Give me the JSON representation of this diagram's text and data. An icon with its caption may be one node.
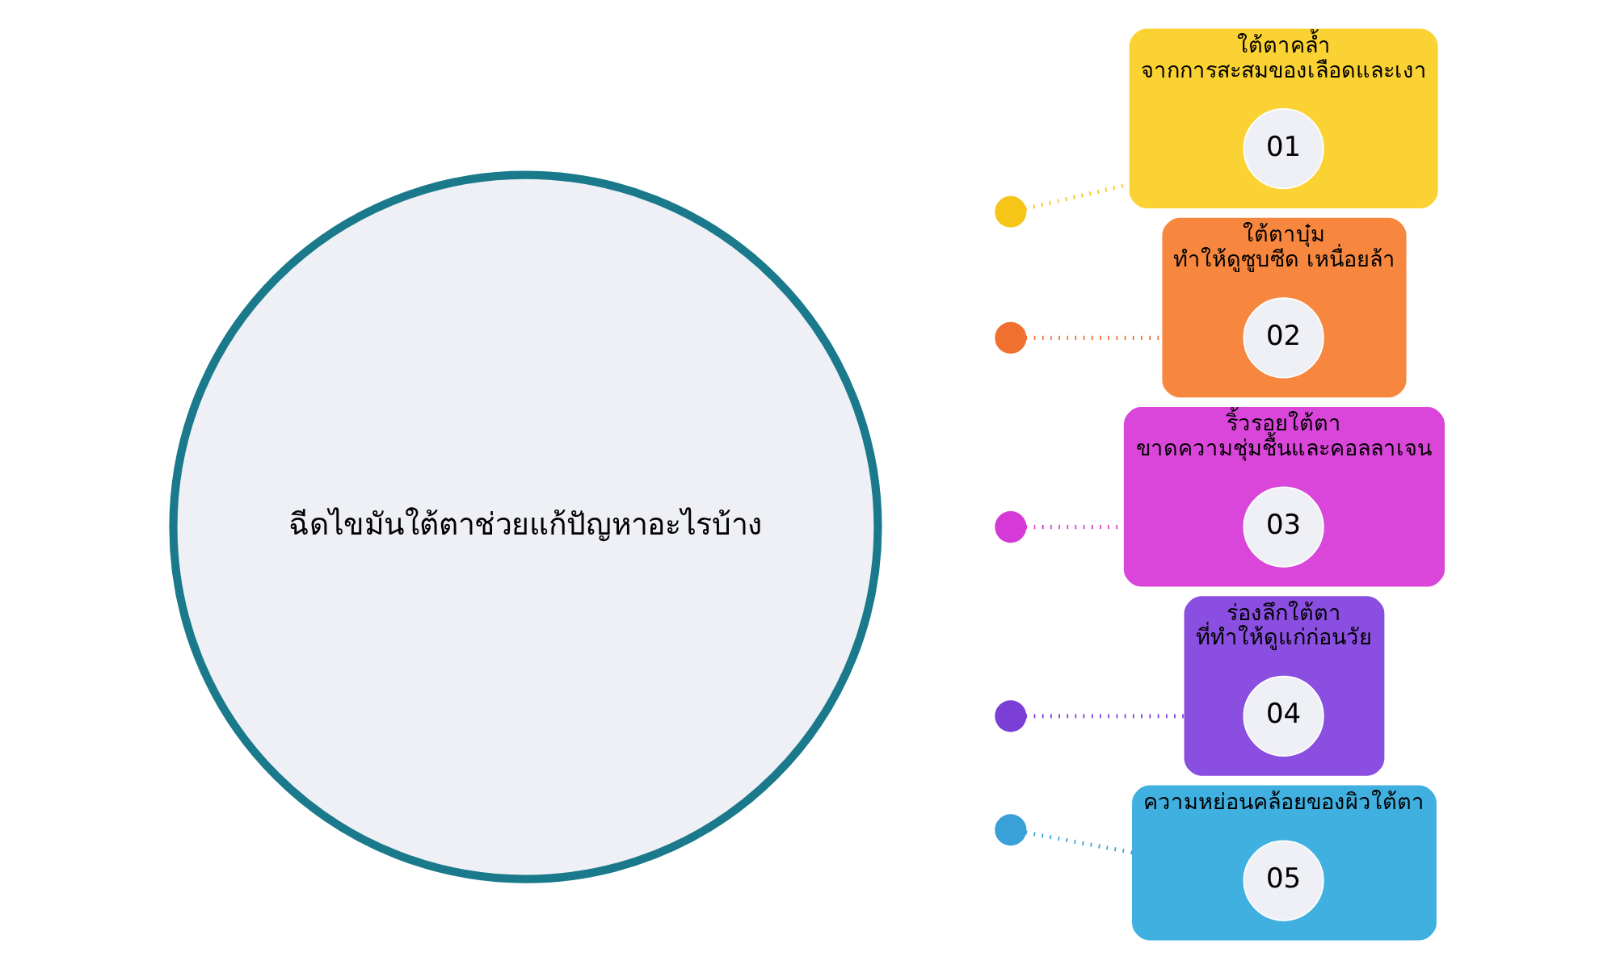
{
  "diagram": {
    "nodes": [
      {
        "text": [
          "ฉีดไขมันใต้ตาช่วยแก้ปัญหาอะไรบ้าง"
        ]
      },
      {
        "text": [],
        "shape": "circle"
      },
      {
        "text": [],
        "shape": "circle"
      },
      {
        "text": [],
        "shape": "circle"
      },
      {
        "text": [],
        "shape": "circle"
      },
      {
        "text": [],
        "shape": "circle"
      },
      {
        "text": [
          "ใต้ตาคล้ำ",
          "จากการสะสมของเลือดและเงา"
        ]
      },
      {
        "text": [
          "01"
        ],
        "in": 6
      },
      {
        "text": [
          "ใต้ตาบุ๋ม",
          "ทำให้ดูซูบซีด เหนื่อยล้า"
        ]
      },
      {
        "text": [
          "02"
        ],
        "in": 8
      },
      {
        "text": [
          "ริ้วรอยใต้ตา",
          "ขาดความชุ่มชื้นและคอลลาเจน"
        ]
      },
      {
        "text": [
          "03"
        ],
        "in": 10
      },
      {
        "text": [
          "ร่องลึกใต้ตา",
          "ที่ทำให้ดูแก่ก่อนวัย"
        ]
      },
      {
        "text": [
          "04"
        ],
        "in": 12
      },
      {
        "text": [
          "ความหย่อนคล้อยของผิวใต้ตา"
        ]
      },
      {
        "text": [
          "05"
        ],
        "in": 14
      }
    ],
    "edges": [
      {
        "from": 1,
        "to": 6,
        "arrow": "none",
        "style": "dashed",
        "color": "#f5c518"
      },
      {
        "from": 2,
        "to": 8,
        "arrow": "none",
        "style": "dashed",
        "color": "#f07030"
      },
      {
        "from": 3,
        "to": 10,
        "arrow": "none",
        "style": "dashed",
        "color": "#d63ad6"
      },
      {
        "from": 4,
        "to": 12,
        "arrow": "none",
        "style": "dashed",
        "color": "#7b3fd6"
      },
      {
        "from": 5,
        "to": 14,
        "arrow": "none",
        "style": "dashed",
        "color": "#3aa0d8"
      }
    ]
  }
}
